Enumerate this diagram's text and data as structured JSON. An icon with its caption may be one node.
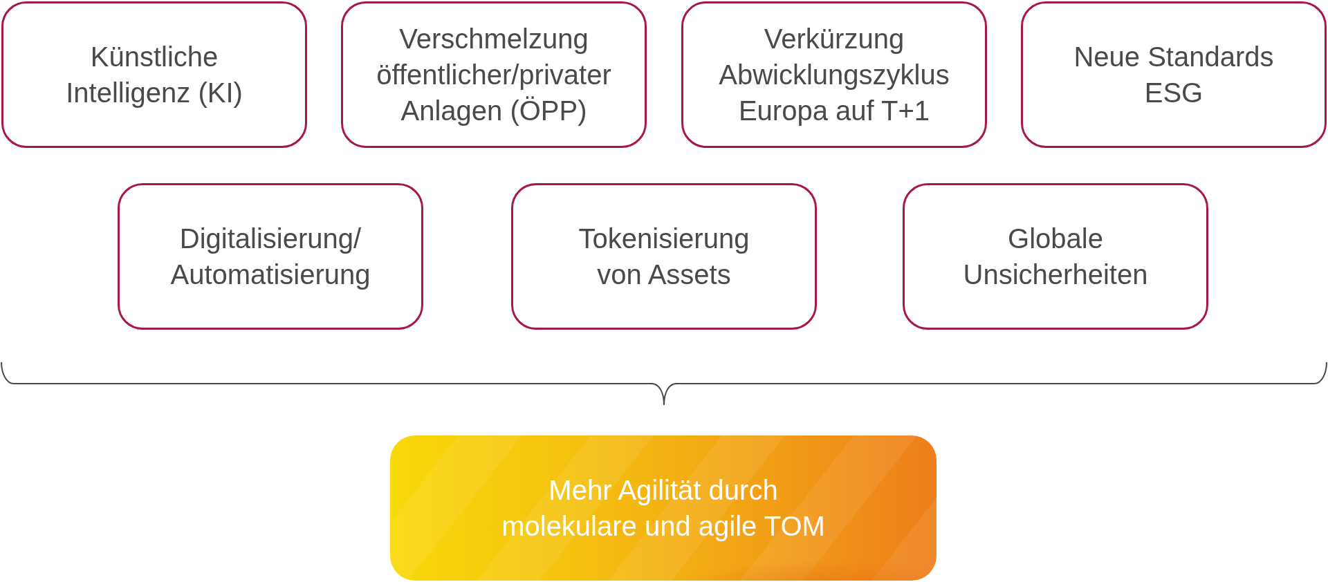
{
  "diagram": {
    "nodes": [
      {
        "text": [
          "Künstliche Intelligenz (KI)"
        ]
      },
      {
        "text": [
          "Verschmelzung öffentlicher/privater Anlagen (ÖPP)"
        ]
      },
      {
        "text": [
          "Verkürzung Abwicklungszyklus Europa auf T+1"
        ]
      },
      {
        "text": [
          "Neue Standards ESG"
        ]
      },
      {
        "text": [
          "Digitalisierung/ Automatisierung"
        ]
      },
      {
        "text": [
          "Tokenisierung von Assets"
        ]
      },
      {
        "text": [
          "Globale Unsicherheiten"
        ]
      },
      {
        "text": [
          "Mehr Agilität durch molekulare und agile TOM"
        ]
      }
    ]
  }
}
